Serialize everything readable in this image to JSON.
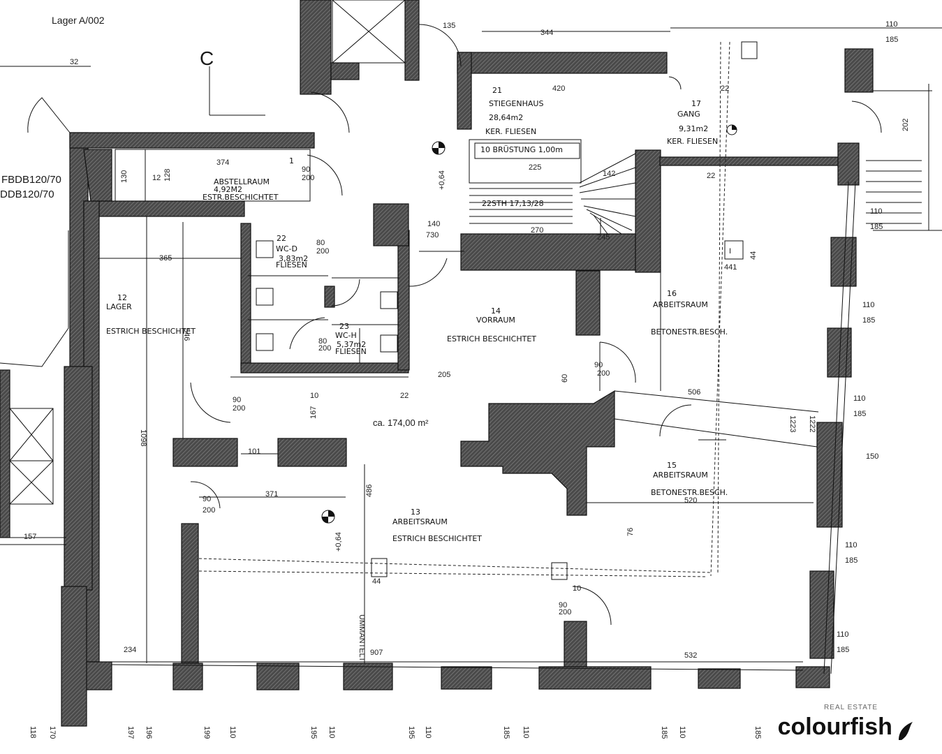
{
  "header": {
    "title": "Lager A/002",
    "section_letter": "C"
  },
  "area_total": "ca. 174,00 m²",
  "rooms": [
    {
      "number": "21",
      "name": "STIEGENHAUS",
      "area": "28,64m2",
      "floor": "KER. FLIESEN"
    },
    {
      "number": "17",
      "name": "GANG",
      "area": "9,31m2",
      "floor": "KER. FLIESEN"
    },
    {
      "number": "1",
      "name": "ABSTELLRAUM",
      "area": "4,92M2",
      "floor": "ESTR.BESCHICHTET"
    },
    {
      "number": "22",
      "name": "WC-D",
      "area": "3,83m2",
      "floor": "FLIESEN"
    },
    {
      "number": "23",
      "name": "WC-H",
      "area": "5,37m2",
      "floor": "FLIESEN"
    },
    {
      "number": "12",
      "name": "LAGER",
      "area": "",
      "floor": "ESTRICH BESCHICHTET"
    },
    {
      "number": "14",
      "name": "VORRAUM",
      "area": "",
      "floor": "ESTRICH BESCHICHTET"
    },
    {
      "number": "16",
      "name": "ARBEITSRAUM",
      "area": "",
      "floor": "BETONESTR.BESCH."
    },
    {
      "number": "15",
      "name": "ARBEITSRAUM",
      "area": "",
      "floor": "BETONESTR.BESCH."
    },
    {
      "number": "13",
      "name": "ARBEITSRAUM",
      "area": "",
      "floor": "ESTRICH BESCHICHTET"
    }
  ],
  "notes": {
    "bruestung": "10 BRÜSTUNG 1,00m",
    "stairs": "22STH 17,13/28",
    "fire_door_1": "FBDB120/70",
    "fire_door_2": "DDB120/70",
    "level_1": "+0,64",
    "level_2": "+0,64",
    "unmantelt": "UMMANTELT"
  },
  "dimensions": {
    "d374": "374",
    "d365": "365",
    "d546": "546",
    "d1098": "1098",
    "d101": "101",
    "d371": "371",
    "d205": "205",
    "d907": "907",
    "d532": "532",
    "d506": "506",
    "d520": "520",
    "d1223": "1223",
    "d1222": "1222",
    "d234": "234",
    "d157": "157",
    "d344": "344",
    "d420": "420",
    "d225": "225",
    "d270": "270",
    "d245": "245",
    "d142": "142",
    "d150": "150",
    "d135": "135",
    "d60": "60",
    "d76": "76",
    "d44": "44",
    "d441": "441",
    "d110": "110",
    "d185": "185",
    "d90": "90",
    "d200": "200",
    "d80": "80",
    "d22": "22",
    "d10": "10",
    "d128": "128",
    "d12": "12",
    "d130": "130",
    "d140": "140",
    "d730": "730",
    "d167": "167",
    "d486": "486",
    "d202": "202",
    "d32": "32"
  },
  "bottom_dims": [
    "118",
    "170",
    "197",
    "196",
    "199",
    "110",
    "195",
    "110",
    "195",
    "110",
    "185",
    "110",
    "185",
    "110",
    "185"
  ],
  "brand": {
    "tagline": "REAL ESTATE",
    "name": "colourfish"
  }
}
